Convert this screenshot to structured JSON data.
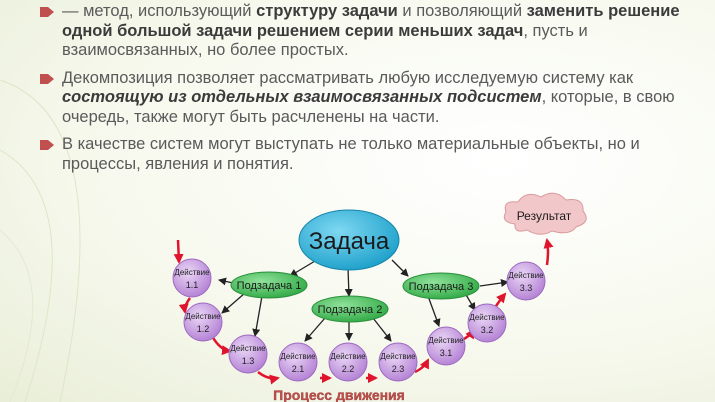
{
  "bullets": {
    "b1": {
      "p1": "— метод, использующий ",
      "s1": "структуру задачи",
      "p2": " и позволяющий ",
      "s2": "заменить решение одной большой задачи решением серии меньших задач",
      "p3": ", пусть и взаимосвязанных, но более простых."
    },
    "b2": {
      "p1": "Декомпозиция позволяет рассматривать любую исследуемую систему как ",
      "s1": "состоящую из отдельных взаимосвязанных подсистем",
      "p2": ", которые, в свою очередь, также могут быть расчленены на части."
    },
    "b3": {
      "text": "В качестве систем могут выступать не только материальные объекты, но и процессы, явления и понятия."
    }
  },
  "diagram": {
    "task": "Задача",
    "result": "Результат",
    "subtask1": "Подзадача 1",
    "subtask2": "Подзадача 2",
    "subtask3": "Подзадача 3",
    "action_word": "Действие",
    "actions": [
      "1.1",
      "1.2",
      "1.3",
      "2.1",
      "2.2",
      "2.3",
      "3.1",
      "3.2",
      "3.3"
    ],
    "process_label": "Процесс движения"
  },
  "colors": {
    "bullet_marker": "#c0504d",
    "task_fill": "#33b8e0",
    "subtask_fill": "#3fbe52",
    "action_fill": "#c79be0",
    "arrow_red": "#e0142c",
    "result_fill": "#f2c7c9",
    "process_text": "#c0504d"
  }
}
